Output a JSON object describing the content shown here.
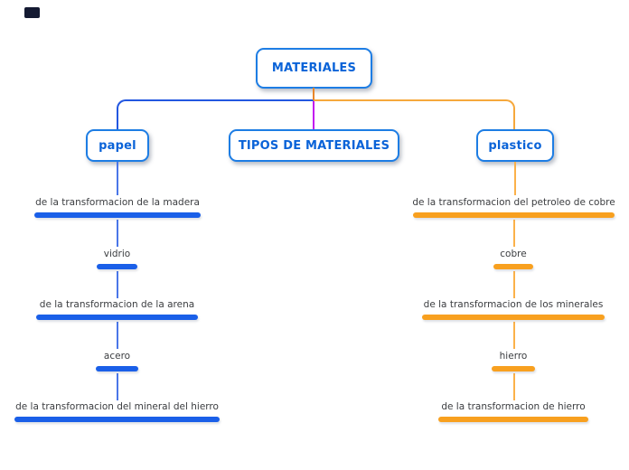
{
  "map": {
    "root": {
      "label": "MATERIALES"
    },
    "topic": {
      "label": "TIPOS DE MATERIALES"
    },
    "branches": [
      {
        "label": "papel",
        "accent": "#1a5fe8",
        "children": [
          "de la transformacion de la madera",
          "vidrio",
          "de la transformacion de la arena",
          "acero",
          "de la transformacion del mineral del hierro"
        ]
      },
      {
        "label": "plastico",
        "accent": "#f8a01f",
        "children": [
          "de la transformacion del petroleo de cobre",
          "cobre",
          "de la transformacion de los minerales",
          "hierro",
          "de la transformacion de hierro"
        ]
      }
    ]
  },
  "colors": {
    "node_border": "#1d7de4",
    "node_text": "#0a63d8",
    "item_text": "#3b3d40",
    "rail_blue": "#2357e0",
    "rail_orange": "#f6a83c",
    "root_stub_orange": "#e8862b",
    "center_stub_magenta": "#c318f0",
    "bar_blue": "#1a5fe8",
    "bar_orange": "#f8a01f",
    "line_blue": "#4a76e8",
    "line_orange": "#fbb14a"
  }
}
